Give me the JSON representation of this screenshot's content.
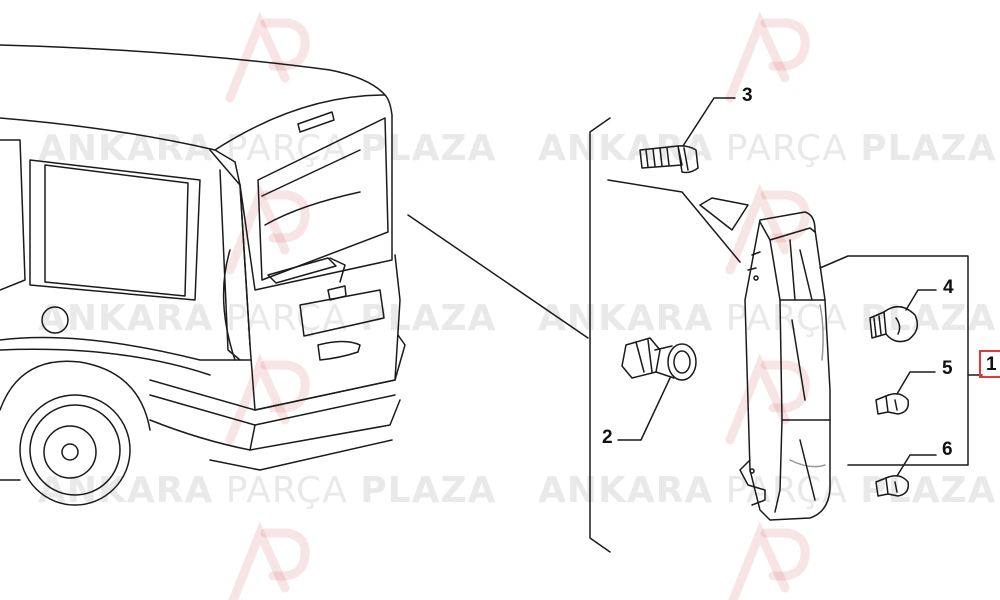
{
  "watermark": {
    "word1": "ANKARA",
    "word2": "PARÇA",
    "word3": "PLAZA",
    "logo_color": "#e0a0a0"
  },
  "callouts": {
    "p1": "1",
    "p2": "2",
    "p3": "3",
    "p4": "4",
    "p5": "5",
    "p6": "6"
  },
  "colors": {
    "line": "#1a1a1a",
    "highlight_box": "#e53935"
  }
}
